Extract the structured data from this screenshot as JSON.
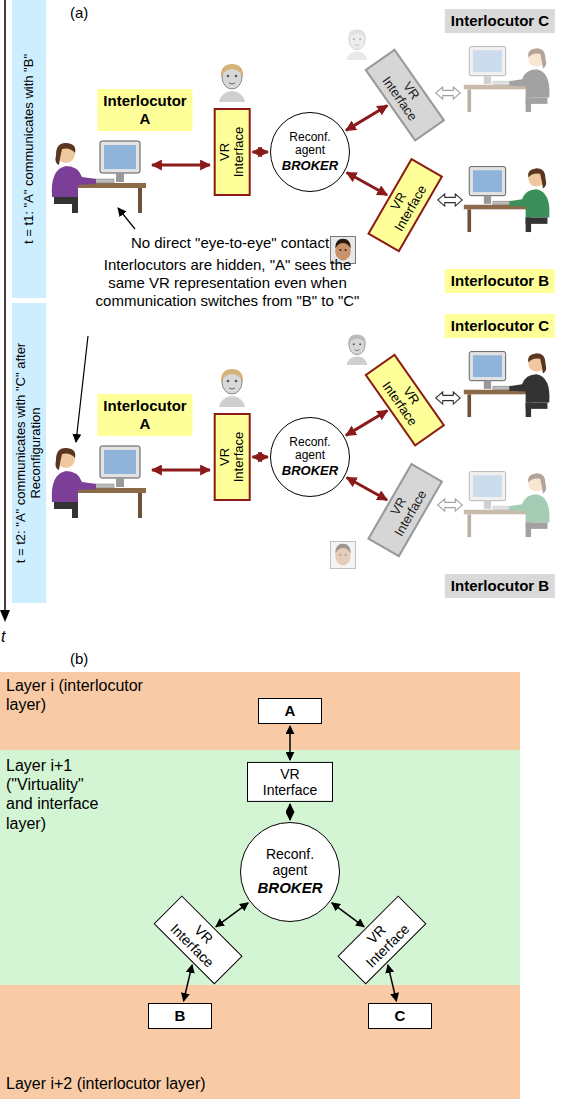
{
  "diagram": {
    "nodes": [
      {
        "text": [
          "t = t1: \"A\" communicates with \"B\""
        ]
      },
      {
        "text": [
          "Interlocutor A"
        ]
      },
      {
        "text": [
          "VR Interface"
        ]
      },
      {
        "text": [
          "Reconf. agent",
          "BROKER"
        ]
      },
      {
        "text": [
          "Interlocutor C"
        ]
      },
      {
        "text": [
          "VR Interface"
        ]
      },
      {
        "text": [
          "VR Interface"
        ]
      },
      {
        "text": [
          "Interlocutor B"
        ]
      },
      {
        "text": [
          "t = t2: \"A\" communicates with \"C\" after Reconfiguration"
        ]
      },
      {
        "text": [
          "Interlocutor A"
        ]
      },
      {
        "text": [
          "VR Interface"
        ]
      },
      {
        "text": [
          "Reconf. agent",
          "BROKER"
        ]
      },
      {
        "text": [
          "Interlocutor C"
        ]
      },
      {
        "text": [
          "VR Interface"
        ]
      },
      {
        "text": [
          "VR Interface"
        ]
      },
      {
        "text": [
          "Interlocutor B"
        ]
      },
      {
        "text": [
          "Layer i (interlocutor layer)"
        ]
      },
      {
        "text": [
          "A"
        ],
        "in": 16
      },
      {
        "text": [
          "Layer i+1 (\"Virtuality\" and interface layer)"
        ]
      },
      {
        "text": [
          "VR Interface"
        ],
        "in": 18
      },
      {
        "text": [
          "Reconf. agent",
          "BROKER"
        ],
        "in": 18
      },
      {
        "text": [
          "VR Interface"
        ],
        "in": 18
      },
      {
        "text": [
          "VR Interface"
        ],
        "in": 18
      },
      {
        "text": [
          "Layer i+2 (interlocutor layer)"
        ]
      },
      {
        "text": [
          "B"
        ],
        "in": 23
      },
      {
        "text": [
          "C"
        ],
        "in": 23
      }
    ],
    "edges": [
      {
        "from": 2,
        "to": 3,
        "arrow": "both"
      },
      {
        "from": 3,
        "to": 5,
        "arrow": "both"
      },
      {
        "from": 3,
        "to": 6,
        "arrow": "both"
      },
      {
        "from": 10,
        "to": 11,
        "arrow": "both"
      },
      {
        "from": 11,
        "to": 13,
        "arrow": "both"
      },
      {
        "from": 11,
        "to": 14,
        "arrow": "both"
      },
      {
        "from": 17,
        "to": 19,
        "arrow": "both"
      },
      {
        "from": 19,
        "to": 20,
        "arrow": "both"
      },
      {
        "from": 20,
        "to": 21,
        "arrow": "both"
      },
      {
        "from": 20,
        "to": 22,
        "arrow": "both"
      },
      {
        "from": 21,
        "to": 24,
        "arrow": "both"
      },
      {
        "from": 22,
        "to": 25,
        "arrow": "both"
      }
    ],
    "labels": [
      "(a)",
      "No direct \"eye-to-eye\" contact",
      "Interlocutors are hidden, \"A\" sees the same VR representation even when communication switches from \"B\" to \"C\"",
      "t",
      "(b)"
    ]
  }
}
